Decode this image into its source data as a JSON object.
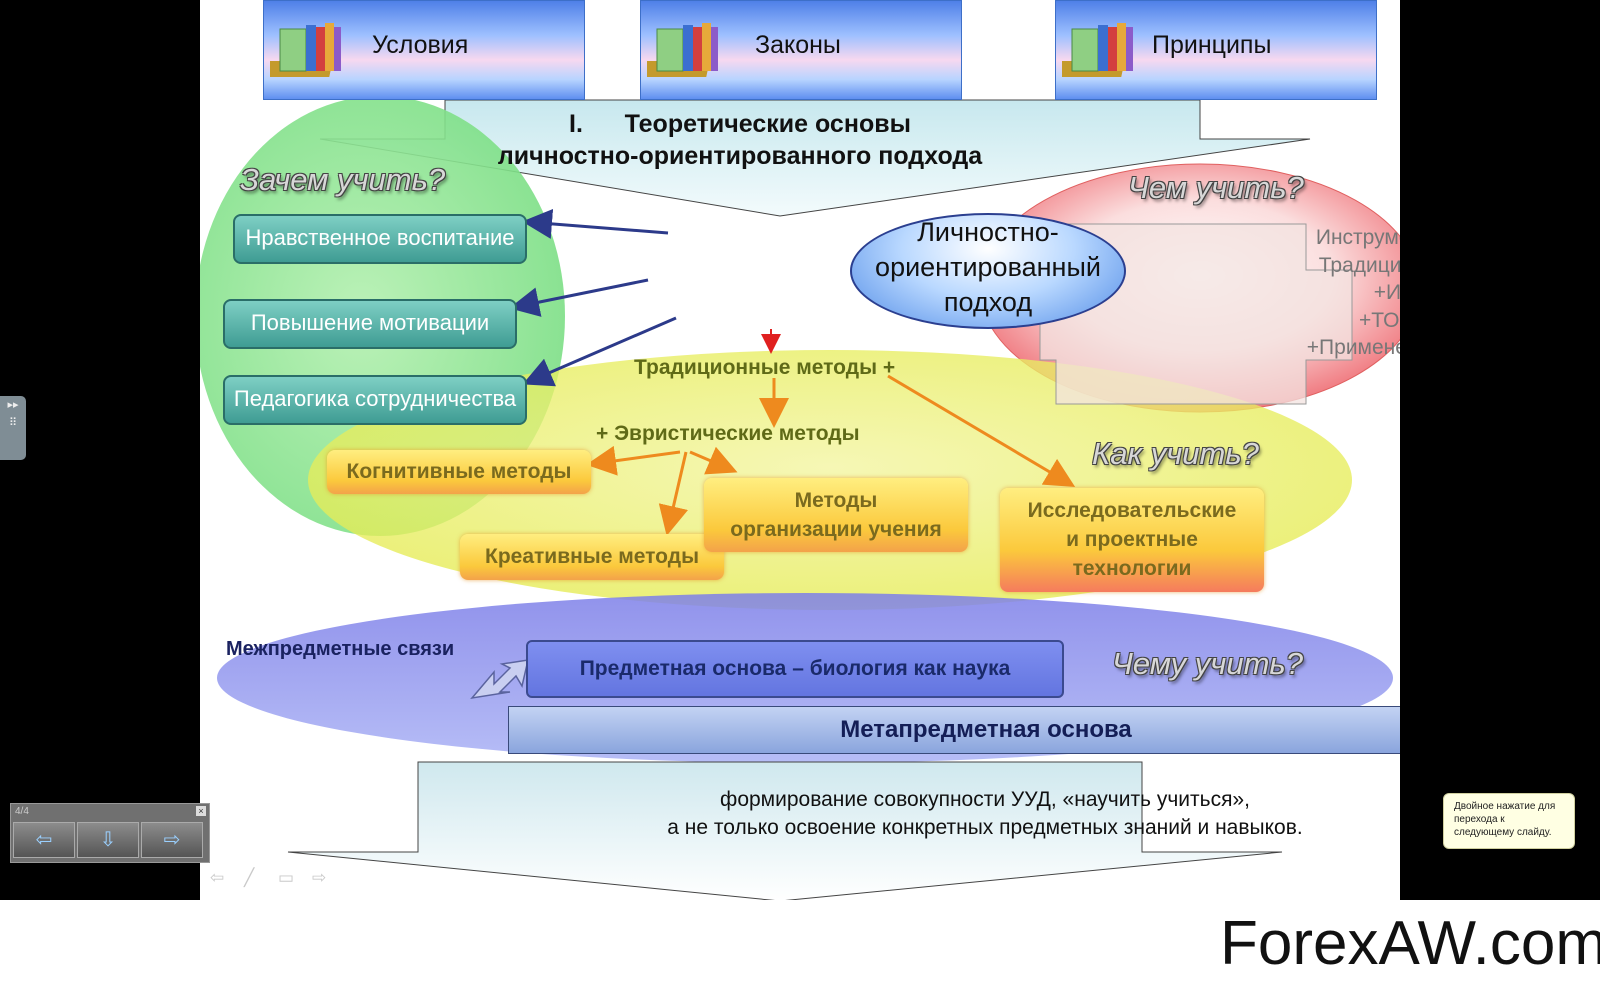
{
  "slide": {
    "top_boxes": [
      {
        "label": "Условия"
      },
      {
        "label": "Законы"
      },
      {
        "label": "Принципы"
      }
    ],
    "title_line1": "I.      Теоретические основы",
    "title_line2": "личностно-ориентированного подхода",
    "center": {
      "line1": "Личностно-",
      "line2": "ориентированный",
      "line3": "подход"
    },
    "questions": {
      "why": "Зачем учить?",
      "with_what": "Чем учить?",
      "how": "Как учить?",
      "what": "Чему учить?"
    },
    "left_items": [
      "Нравственное воспитание",
      "Повышение мотивации",
      "Педагогика сотрудничества"
    ],
    "instrument_lines": [
      "Инструментарий:",
      "Традиционные +",
      "+ИКТ",
      "+ТОГИС",
      "+Применение ЦОР"
    ],
    "methods": {
      "traditional": "Традиционные методы +",
      "heuristic": "+ Эвристические методы",
      "cognitive": "Когнитивные методы",
      "creative": "Креативные методы",
      "org_line1": "Методы",
      "org_line2": "организации учения",
      "research_line1": "Исследовательские",
      "research_line2": "и проектные",
      "research_line3": "технологии"
    },
    "interdisciplinary": "Межпредметные связи",
    "subject_basis": "Предметная основа – биология как наука",
    "meta_basis": "Метапредметная основа",
    "bottom_line1": "формирование совокупности УУД, «научить учиться»,",
    "bottom_line2": "а не только освоение  конкретных предметных знаний и навыков."
  },
  "viewer": {
    "counter": "4/4",
    "tooltip": "Двойное нажатие для перехода к следующему слайду."
  },
  "watermark": "ForexAW.com"
}
